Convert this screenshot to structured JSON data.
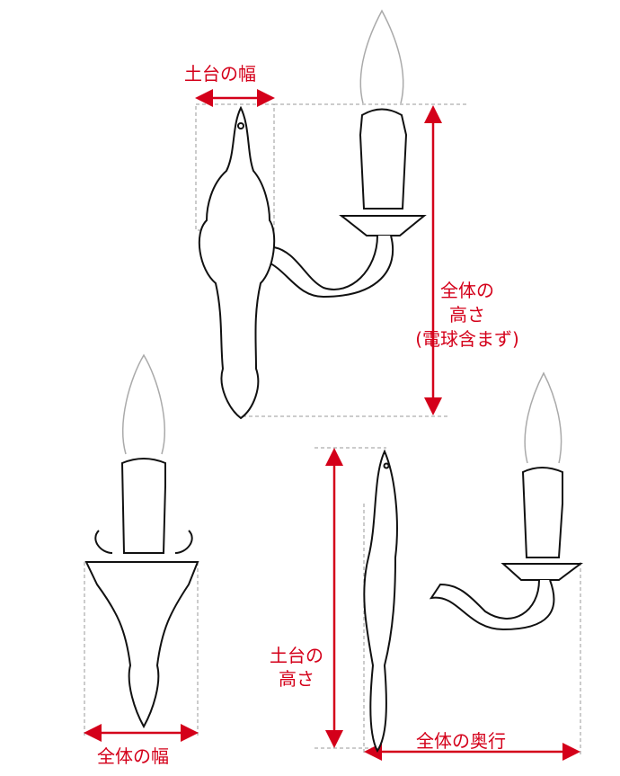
{
  "labels": {
    "base_width": "土台の幅",
    "total_height_line1": "全体の",
    "total_height_line2": "高さ",
    "total_height_line3": "(電球含まず)",
    "base_height_line1": "土台の",
    "base_height_line2": "高さ",
    "total_depth": "全体の奥行",
    "total_width": "全体の幅"
  },
  "colors": {
    "accent": "#d4001a",
    "line": "#111111",
    "bulb": "#aaaaaa",
    "guide": "#999999"
  }
}
